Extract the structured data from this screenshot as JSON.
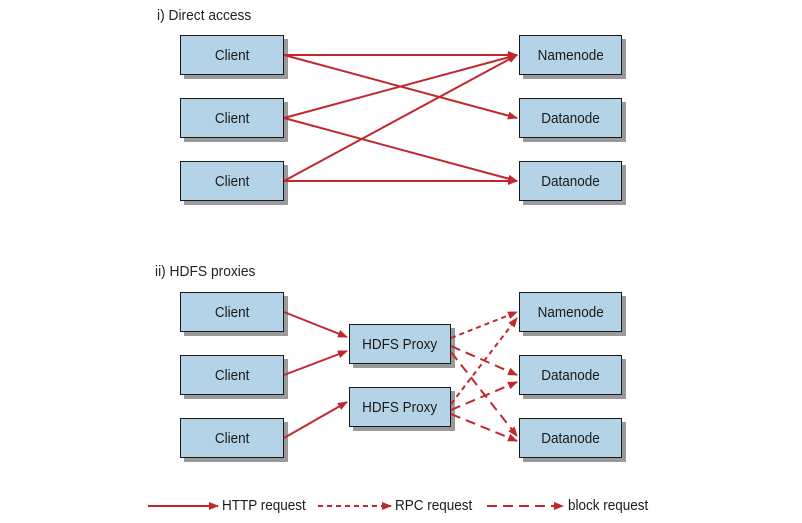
{
  "section_direct": {
    "title": "i) Direct access"
  },
  "section_proxy": {
    "title": "ii) HDFS proxies"
  },
  "labels": {
    "client": "Client",
    "namenode": "Namenode",
    "datanode": "Datanode",
    "hdfs_proxy": "HDFS Proxy"
  },
  "legend": {
    "http": "HTTP request",
    "rpc": "RPC request",
    "block": "block request"
  },
  "colors": {
    "arrow": "#c1272d",
    "box_fill": "#b5d3e6",
    "box_border": "#1a1a1a",
    "shadow": "#9a9a9a"
  }
}
